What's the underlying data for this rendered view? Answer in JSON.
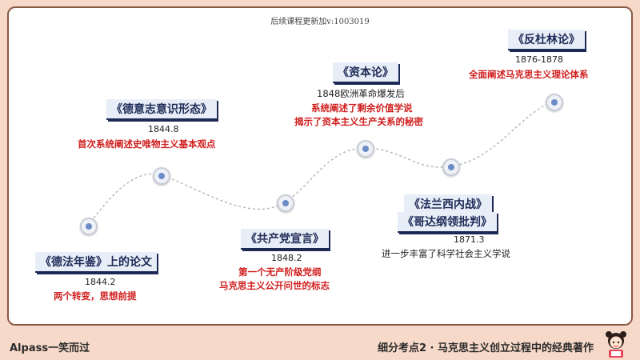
{
  "watermark": "后续课程更新加v:1003019",
  "events": [
    {
      "title": "《德法年鉴》上的论文",
      "year": "1844.2",
      "lines": [
        "两个转变，思想前提"
      ]
    },
    {
      "title": "《德意志意识形态》",
      "year": "1844.8",
      "lines": [
        "首次系统阐述史唯物主义基本观点"
      ]
    },
    {
      "title": "《共产党宣言》",
      "year": "1848.2",
      "lines": [
        "第一个无产阶级党纲",
        "马克思主义公开问世的标志"
      ]
    },
    {
      "title": "《资本论》",
      "year": "1848",
      "year_suffix": "欧洲革命爆发后",
      "lines": [
        "系统阐述了剩余价值学说",
        "揭示了资本主义生产关系的秘密"
      ]
    },
    {
      "title": "《法兰西内战》",
      "title2": "《哥达纲领批判》",
      "year": "1871.3",
      "lines": [
        "进一步丰富了科学社会主义学说"
      ]
    },
    {
      "title": "《反杜林论》",
      "year": "1876-1878",
      "lines": [
        "全面阐述马克思主义理论体系"
      ]
    }
  ],
  "footer": {
    "brand": "Alpass一笑而过",
    "topic": "细分考点2 · 马克思主义创立过程中的经典著作"
  },
  "colors": {
    "accent_red": "#d01e1e",
    "label_navy": "#1e2a56",
    "background": "#f7d9c9"
  }
}
